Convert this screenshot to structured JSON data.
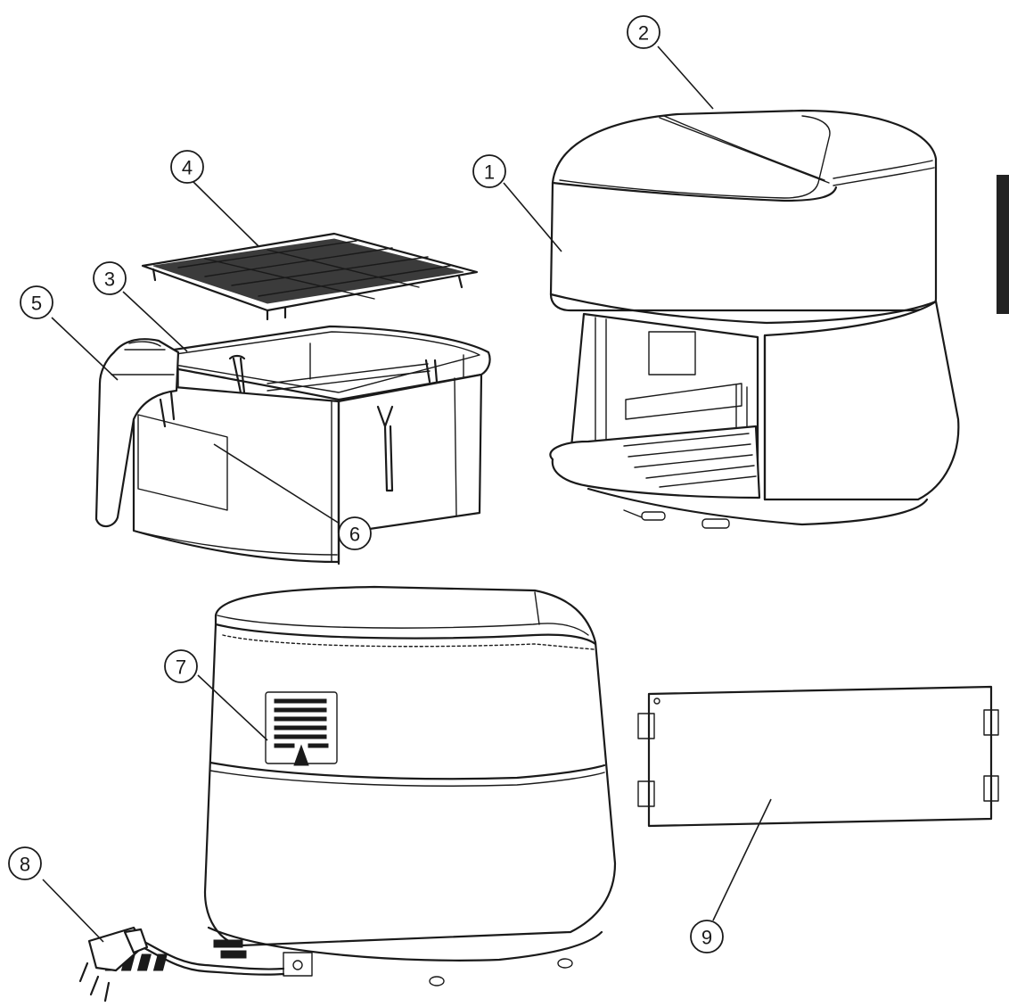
{
  "diagram": {
    "callouts": [
      {
        "id": "c1",
        "label": "1"
      },
      {
        "id": "c2",
        "label": "2"
      },
      {
        "id": "c3",
        "label": "3"
      },
      {
        "id": "c4",
        "label": "4"
      },
      {
        "id": "c5",
        "label": "5"
      },
      {
        "id": "c6",
        "label": "6"
      },
      {
        "id": "c7",
        "label": "7"
      },
      {
        "id": "c8",
        "label": "8"
      },
      {
        "id": "c9",
        "label": "9"
      }
    ],
    "colors": {
      "line": "#1a1a1a",
      "background": "#ffffff",
      "side_tab": "#222222"
    }
  }
}
